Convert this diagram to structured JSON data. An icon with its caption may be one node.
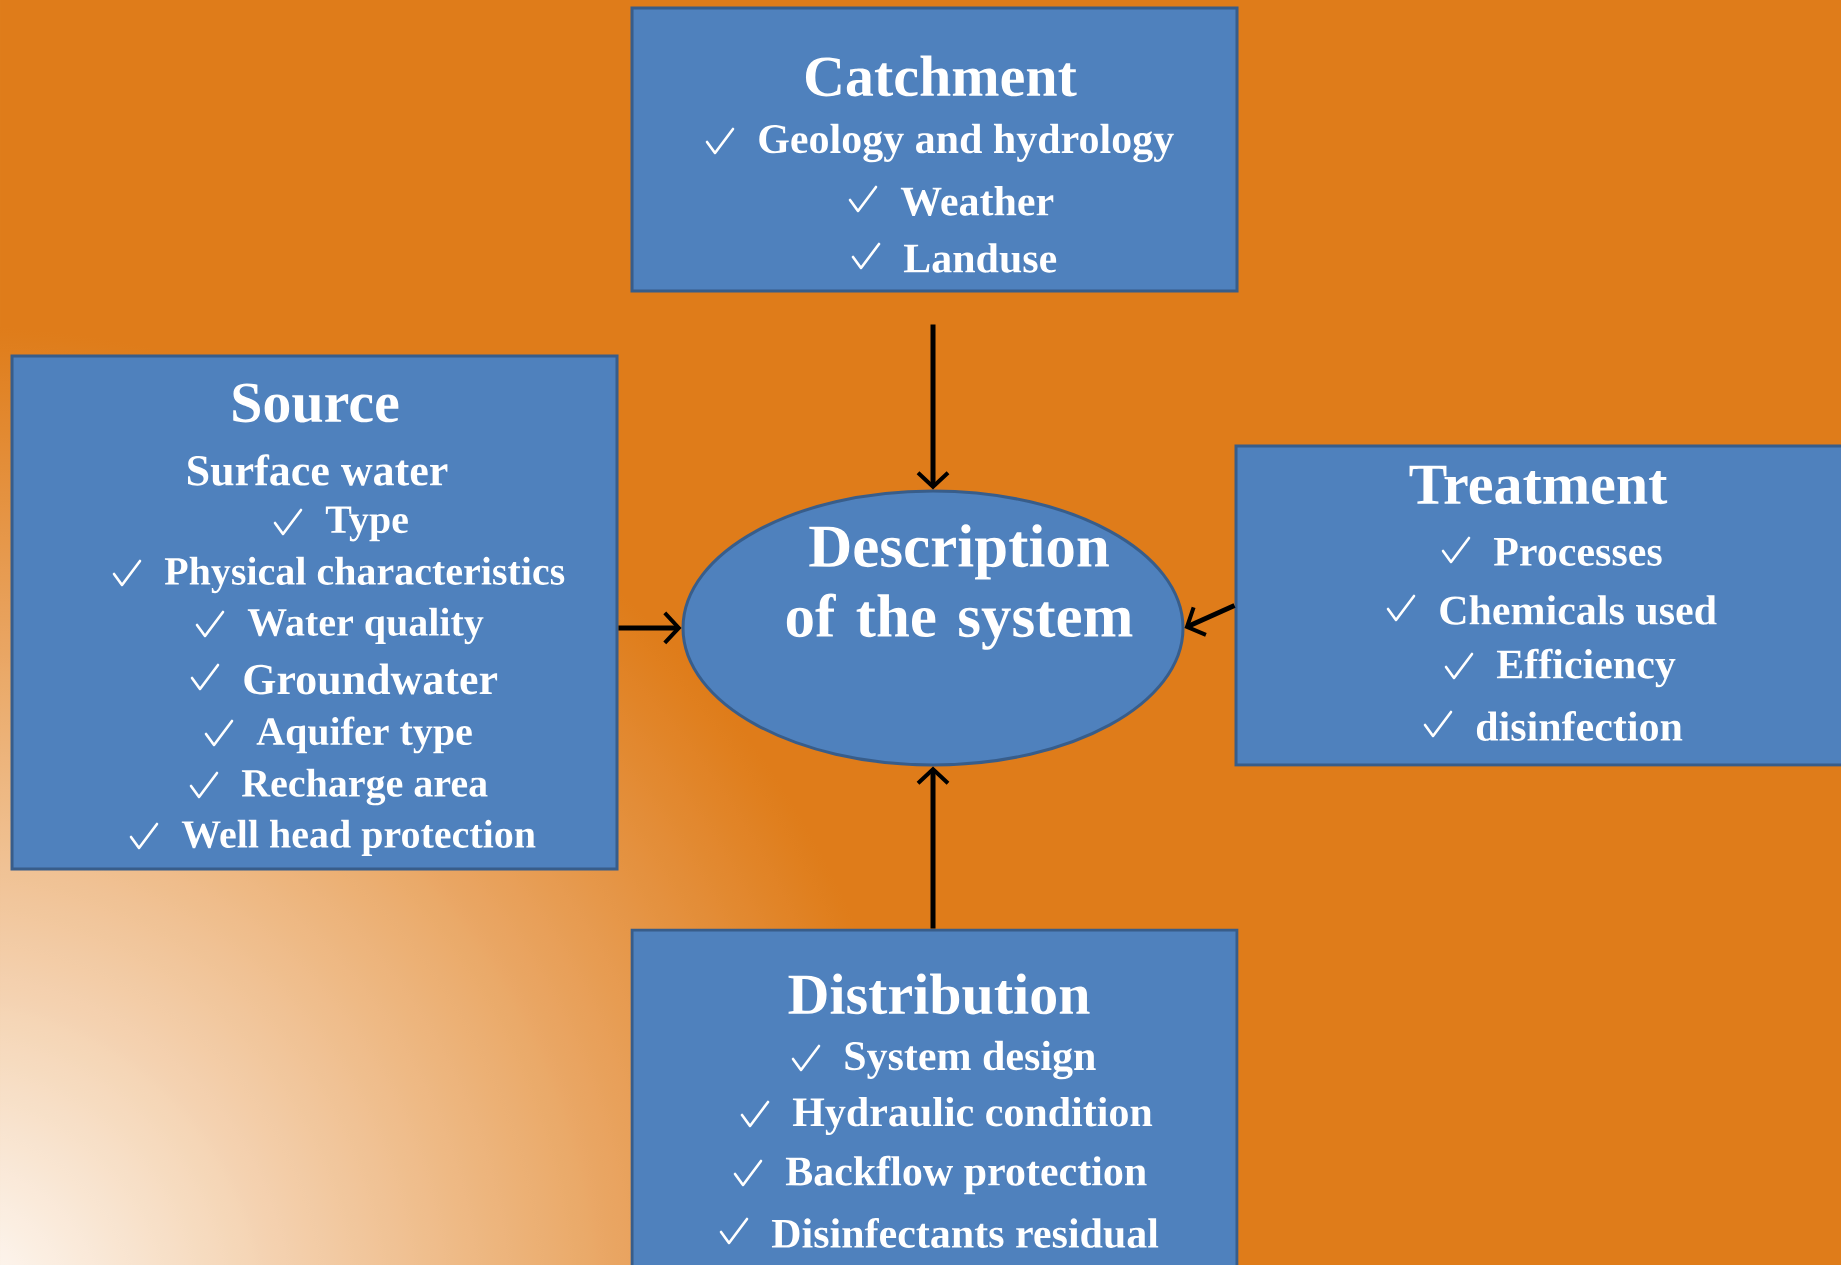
{
  "diagram": {
    "nodes": [
      {
        "text": [
          "Catchment",
          "Geology and hydrology",
          "Weather",
          "Landuse"
        ]
      },
      {
        "text": [
          "Source",
          "Surface water",
          "Type",
          "Physical characteristics",
          "Water quality",
          "Groundwater",
          "Aquifer type",
          "Recharge area",
          "Well head protection"
        ]
      },
      {
        "text": [
          "Description of the system"
        ]
      },
      {
        "text": [
          "Treatment",
          "Processes",
          "Chemicals used",
          "Efficiency",
          "disinfection"
        ]
      },
      {
        "text": [
          "Distribution",
          "System design",
          "Hydraulic condition",
          "Backflow protection",
          "Disinfectants residual"
        ]
      }
    ],
    "edges": [
      {
        "from": 0,
        "to": 2,
        "arrow": "to"
      },
      {
        "from": 1,
        "to": 2,
        "arrow": "to"
      },
      {
        "from": 3,
        "to": 2,
        "arrow": "to"
      },
      {
        "from": 4,
        "to": 2,
        "arrow": "to"
      }
    ]
  }
}
